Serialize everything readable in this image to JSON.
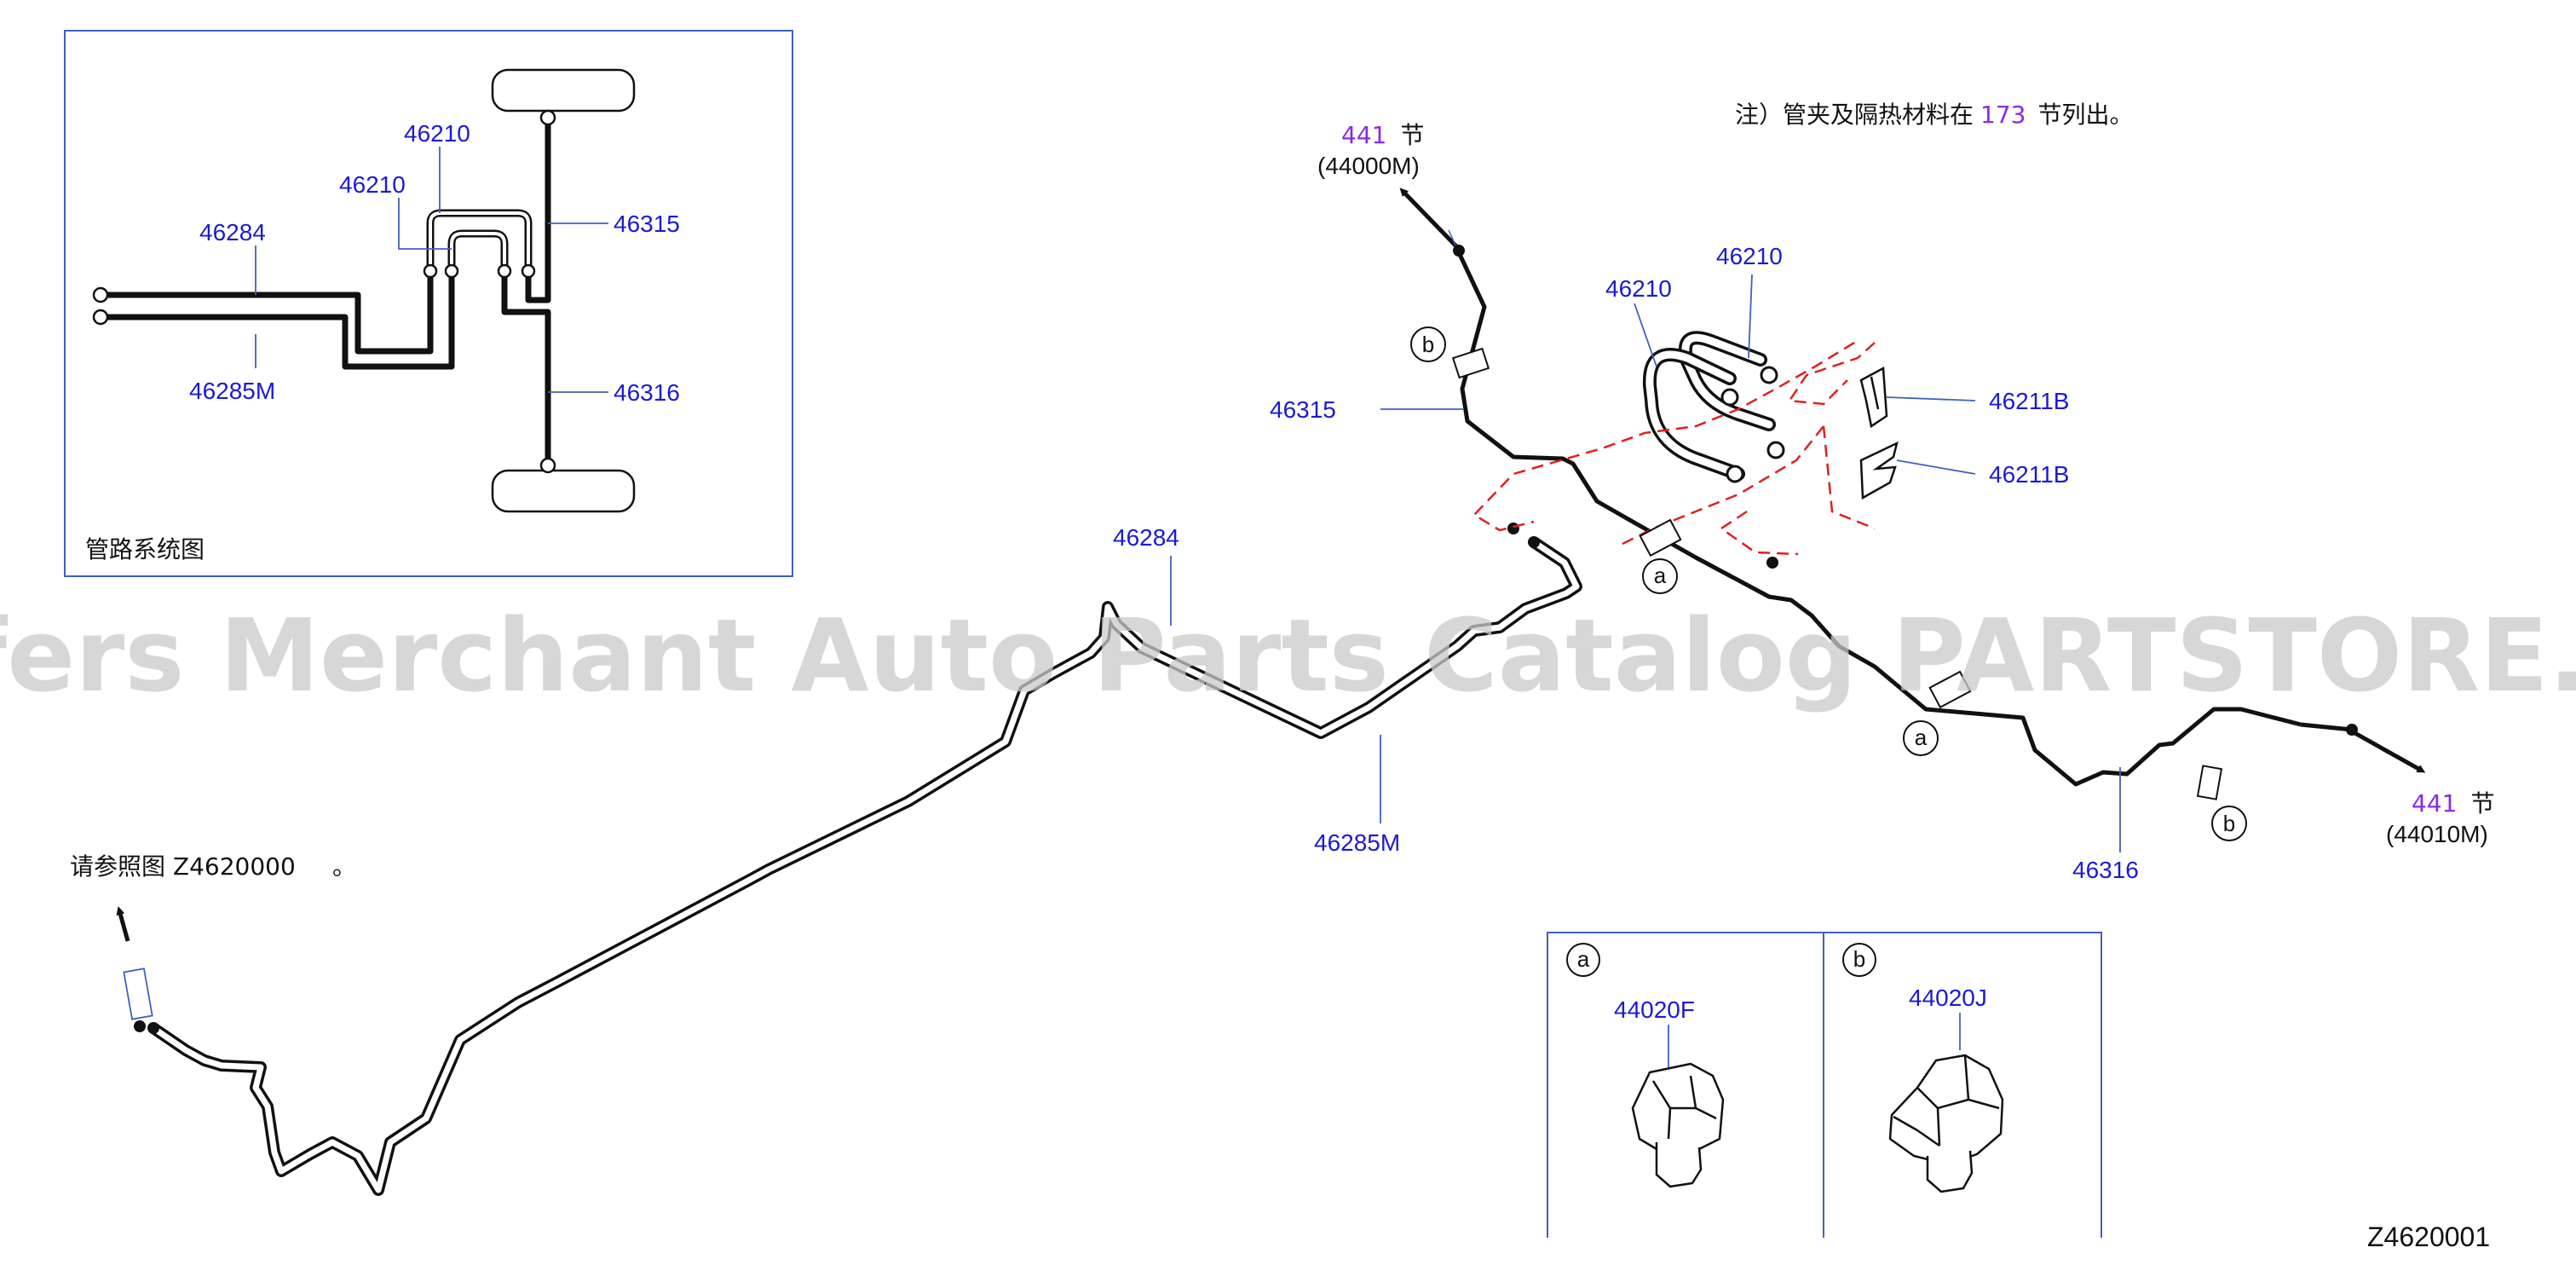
{
  "watermark": "Offers Merchant Auto Parts Catalog PARTSTORE.SA",
  "figure_id": "Z4620001",
  "colors": {
    "label_blue": "#1a1ad6",
    "section_purple": "#8a2be2",
    "clip_red": "#e02020",
    "box_blue": "#4060c0"
  },
  "inset": {
    "title": "管路系统图",
    "labels": {
      "l46210a": "46210",
      "l46210b": "46210",
      "l46284": "46284",
      "l46315": "46315",
      "l46285m": "46285M",
      "l46316": "46316"
    }
  },
  "note": {
    "prefix": "注）管夹及隔热材料在",
    "section": "173",
    "suffix": "节列出。"
  },
  "ref_front": {
    "section": "441",
    "suffix": "节",
    "code": "(44000M)"
  },
  "ref_rear": {
    "section": "441",
    "suffix": "节",
    "code": "(44010M)"
  },
  "see_also": {
    "text": "请参照图 Z4620000",
    "mark": "。"
  },
  "parts": {
    "p46210a": "46210",
    "p46210b": "46210",
    "p46211b_1": "46211B",
    "p46211b_2": "46211B",
    "p46315": "46315",
    "p46284": "46284",
    "p46285m": "46285M",
    "p46316": "46316"
  },
  "callouts": {
    "a": "a",
    "b": "b"
  },
  "legend": {
    "a": {
      "letter": "a",
      "part": "44020F"
    },
    "b": {
      "letter": "b",
      "part": "44020J"
    }
  }
}
